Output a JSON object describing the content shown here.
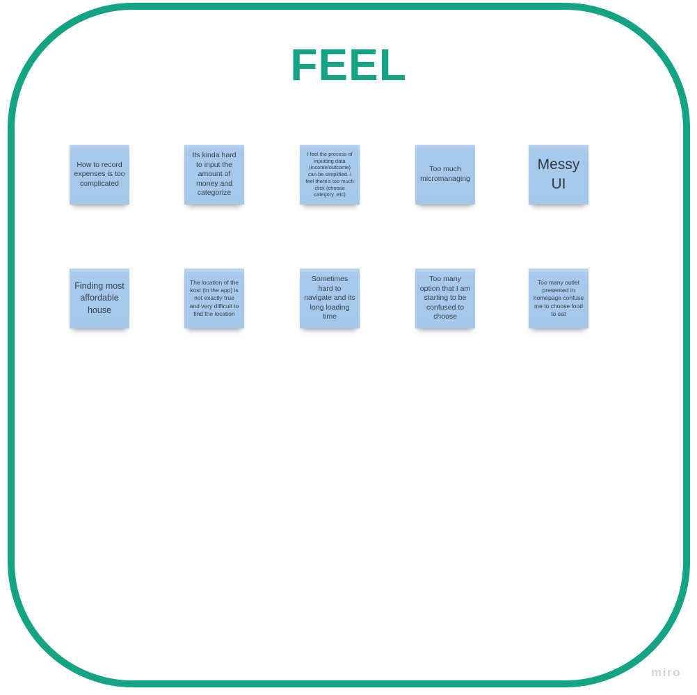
{
  "board": {
    "title": "FEEL",
    "accent_color": "#14a384",
    "note_color": "#a7c9ec",
    "watermark": "miro",
    "rows": [
      {
        "notes": [
          {
            "text": "How to record expenses is too complicated",
            "size": "md"
          },
          {
            "text": "Its kinda hard to input the amount of money and categorize",
            "size": "md"
          },
          {
            "text": "I feel the process of inputting data (income/outcome) can be simplified. I feel there's too much click (choose category ,etc)",
            "size": "xs"
          },
          {
            "text": "Too much micromanaging",
            "size": "md"
          },
          {
            "text": "Messy UI",
            "size": "lg"
          }
        ]
      },
      {
        "notes": [
          {
            "text": "Finding most affordable house",
            "size": "ml"
          },
          {
            "text": "The location of the kost (in the app) is not exactly true and very difficult to find the location",
            "size": "sm"
          },
          {
            "text": "Sometimes hard to navigate and its long loading time",
            "size": "md"
          },
          {
            "text": "Too many option that I am starting to be confused to choose",
            "size": "md"
          },
          {
            "text": "Too many outlet presented in homepage confuse me to choose food to eat",
            "size": "sm"
          }
        ]
      }
    ]
  }
}
